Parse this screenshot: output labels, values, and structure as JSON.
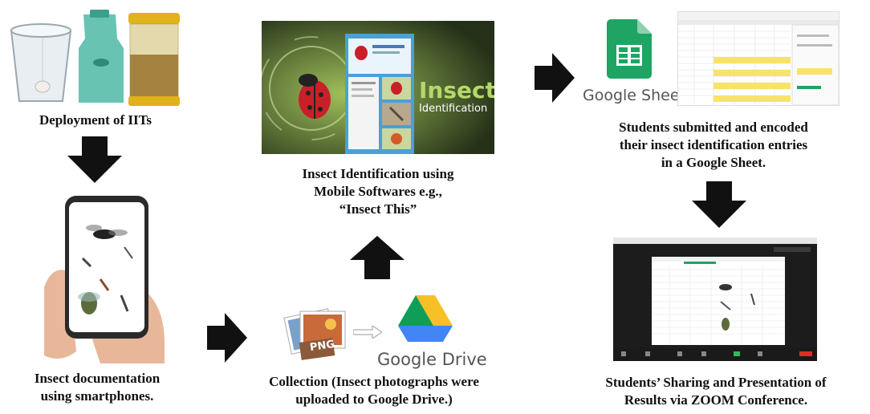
{
  "steps": {
    "deployment": {
      "caption": "Deployment of IITs"
    },
    "documentation": {
      "caption_line1": "Insect documentation",
      "caption_line2": "using smartphones."
    },
    "collection": {
      "caption_line1": "Collection (Insect photographs were",
      "caption_line2": "uploaded to Google Drive.)",
      "file_badge": "PNG",
      "drive_label": "Google Drive"
    },
    "identification": {
      "caption_line1": "Insect Identification using",
      "caption_line2": "Mobile Softwares e.g.,",
      "caption_line3": "“Insect This”",
      "app_title": "Insect",
      "app_subtitle": "Identification"
    },
    "sheets": {
      "logo_label": "Google Sheets",
      "caption_line1": "Students submitted and encoded",
      "caption_line2": "their insect identification entries",
      "caption_line3": "in a Google Sheet."
    },
    "zoom": {
      "caption_line1": "Students’ Sharing and Presentation of",
      "caption_line2": "Results via ZOOM Conference."
    }
  },
  "colors": {
    "arrow": "#111111",
    "sheets_green": "#1fa463",
    "drive_yellow": "#f6c026",
    "drive_blue": "#4285f4",
    "drive_green": "#0f9d58",
    "ladybug_red": "#c8202a"
  }
}
